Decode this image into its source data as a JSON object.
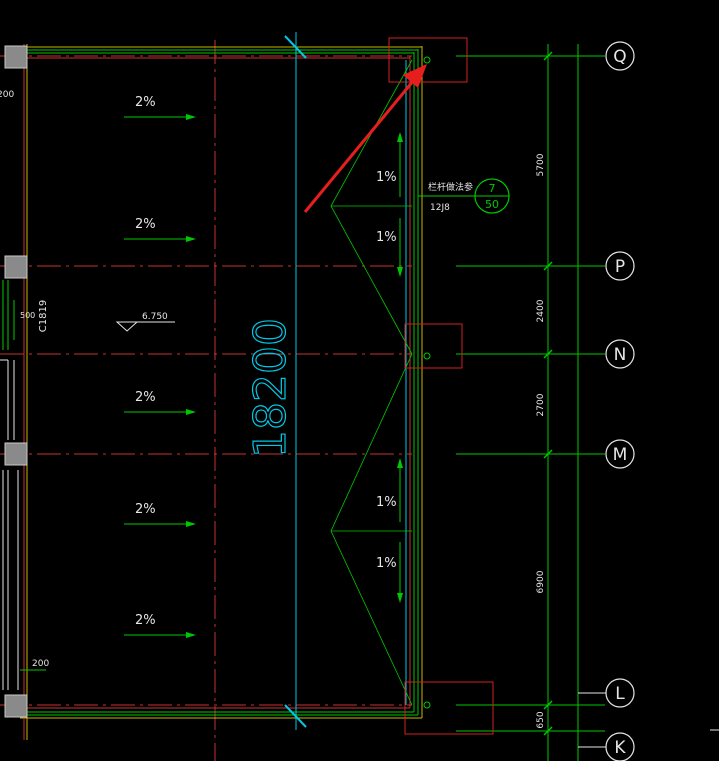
{
  "colors": {
    "background": "#000000",
    "wall_yellow": "#c8b400",
    "wall_green": "#00c800",
    "axis_red": "#c83232",
    "dim_green": "#00c800",
    "cyan": "#00c8e6",
    "slope_arrow": "#00c800",
    "highlight_box": "#d22020",
    "pointer_arrow": "#e61e1e",
    "grid_label": "#00ff00",
    "white": "#e6e6e6"
  },
  "grid_axes": [
    {
      "label": "Q"
    },
    {
      "label": "P"
    },
    {
      "label": "N"
    },
    {
      "label": "M"
    },
    {
      "label": "L"
    },
    {
      "label": "K"
    }
  ],
  "axis_dimensions": [
    "5700",
    "2400",
    "2700",
    "6900",
    "650"
  ],
  "overall_dimension": "18200",
  "slopes_left": [
    "2%",
    "2%",
    "2%",
    "2%",
    "2%"
  ],
  "slopes_right": [
    "1%",
    "1%",
    "1%",
    "1%"
  ],
  "elevation_mark": "6.750",
  "window_label": "C1819",
  "small_dims": {
    "top_left": "200",
    "bottom_left": "200",
    "left_mid": "500"
  },
  "detail_callout": {
    "title": "栏杆做法参",
    "atlas": "12J8",
    "number": "7",
    "sheet": "50"
  }
}
